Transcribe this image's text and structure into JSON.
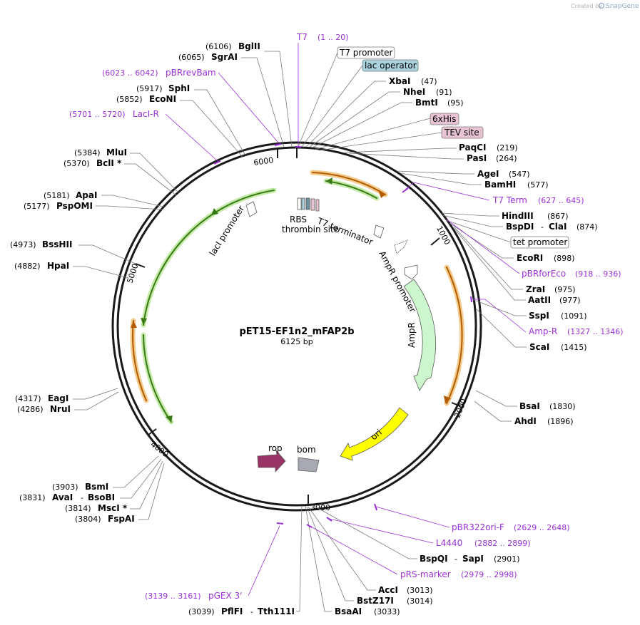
{
  "credit": {
    "created_by": "Created by",
    "brand": "SnapGene"
  },
  "plasmid": {
    "name": "pET15-EF1n2_mFAP2b",
    "size": "6125 bp"
  },
  "ticks": [
    "1000",
    "2000",
    "3000",
    "4000",
    "5000",
    "6000"
  ],
  "enzymes": [
    {
      "pos": "(6106)",
      "name": "BglII"
    },
    {
      "pos": "(6065)",
      "name": "SgrAI"
    },
    {
      "pos": "(5917)",
      "name": "SphI"
    },
    {
      "pos": "(5852)",
      "name": "EcoNI"
    },
    {
      "pos": "(5384)",
      "name": "MluI"
    },
    {
      "pos": "(5370)",
      "name": "BclI *"
    },
    {
      "pos": "(5181)",
      "name": "ApaI"
    },
    {
      "pos": "(5177)",
      "name": "PspOMI"
    },
    {
      "pos": "(4973)",
      "name": "BssHII"
    },
    {
      "pos": "(4882)",
      "name": "HpaI"
    },
    {
      "pos": "(4317)",
      "name": "EagI"
    },
    {
      "pos": "(4286)",
      "name": "NruI"
    },
    {
      "pos": "(3903)",
      "name": "BsmI"
    },
    {
      "pos": "(3831)",
      "name": "AvaI",
      "name2": "BsoBI"
    },
    {
      "pos": "(3814)",
      "name": "MscI *"
    },
    {
      "pos": "(3804)",
      "name": "FspAI"
    },
    {
      "pos": "(3039)",
      "name": "PflFI",
      "name2": "Tth111I"
    },
    {
      "name": "XbaI",
      "pos": "(47)"
    },
    {
      "name": "NheI",
      "pos": "(91)"
    },
    {
      "name": "BmtI",
      "pos": "(95)"
    },
    {
      "name": "PaqCI",
      "pos": "(219)"
    },
    {
      "name": "PasI",
      "pos": "(264)"
    },
    {
      "name": "AgeI",
      "pos": "(547)"
    },
    {
      "name": "BamHI",
      "pos": "(577)"
    },
    {
      "name": "HindIII",
      "pos": "(867)"
    },
    {
      "name": "BspDI",
      "name2": "ClaI",
      "pos": "(874)"
    },
    {
      "name": "EcoRI",
      "pos": "(898)"
    },
    {
      "name": "ZraI",
      "pos": "(975)"
    },
    {
      "name": "AatII",
      "pos": "(977)"
    },
    {
      "name": "SspI",
      "pos": "(1091)"
    },
    {
      "name": "ScaI",
      "pos": "(1415)"
    },
    {
      "name": "BsaI",
      "pos": "(1830)"
    },
    {
      "name": "AhdI",
      "pos": "(1896)"
    },
    {
      "name": "BspQI",
      "name2": "SapI",
      "pos": "(2901)"
    },
    {
      "name": "AccI",
      "pos": "(3013)"
    },
    {
      "name": "BstZ17I",
      "pos": "(3014)"
    },
    {
      "name": "BsaAI",
      "pos": "(3033)"
    }
  ],
  "primers": [
    {
      "name": "T7",
      "range": "(1 .. 20)"
    },
    {
      "name": "pBRrevBam",
      "range": "(6023 .. 6042)"
    },
    {
      "name": "LacI-R",
      "range": "(5701 .. 5720)"
    },
    {
      "name": "T7 Term",
      "range": "(627 .. 645)"
    },
    {
      "name": "pBRforEco",
      "range": "(918 .. 936)"
    },
    {
      "name": "Amp-R",
      "range": "(1327 .. 1346)"
    },
    {
      "name": "pBR322ori-F",
      "range": "(2629 .. 2648)"
    },
    {
      "name": "L4440",
      "range": "(2882 .. 2899)"
    },
    {
      "name": "pRS-marker",
      "range": "(2979 .. 2998)"
    },
    {
      "name": "pGEX 3'",
      "range": "(3139 .. 3161)"
    }
  ],
  "boxed_features": [
    {
      "label": "T7 promoter",
      "color": "#ffffff"
    },
    {
      "label": "lac operator",
      "color": "#a9d3df"
    },
    {
      "label": "6xHis",
      "color": "#e8c3d3"
    },
    {
      "label": "TEV site",
      "color": "#e8c3d3"
    },
    {
      "label": "tet promoter",
      "color": "#ffffff"
    }
  ],
  "map_features": [
    {
      "label": "RBS"
    },
    {
      "label": "thrombin site"
    },
    {
      "label": "T7 terminator"
    },
    {
      "label": "AmpR promoter"
    },
    {
      "label": "AmpR",
      "color": "#ccf7cc"
    },
    {
      "label": "ori",
      "color": "#ffff00"
    },
    {
      "label": "rop",
      "color": "#993366"
    },
    {
      "label": "bom",
      "color": "#a7aab2"
    },
    {
      "label": "lacI promoter"
    }
  ]
}
